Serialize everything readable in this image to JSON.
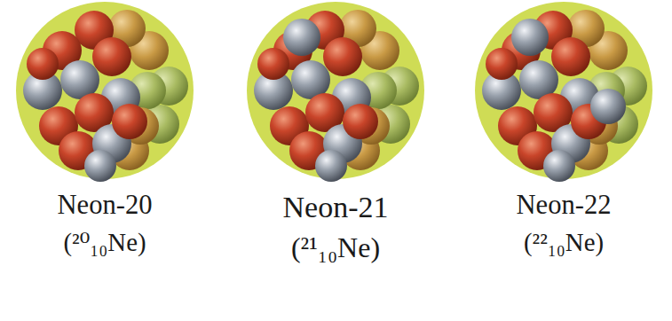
{
  "diagram": {
    "nodes": [
      {
        "text": [
          "Neon-20",
          "(²⁰₁₀Ne)"
        ]
      },
      {
        "text": [
          "Neon-21",
          "(²¹₁₀Ne)"
        ]
      },
      {
        "text": [
          "Neon-22",
          "(²²₁₀Ne)"
        ]
      }
    ]
  }
}
